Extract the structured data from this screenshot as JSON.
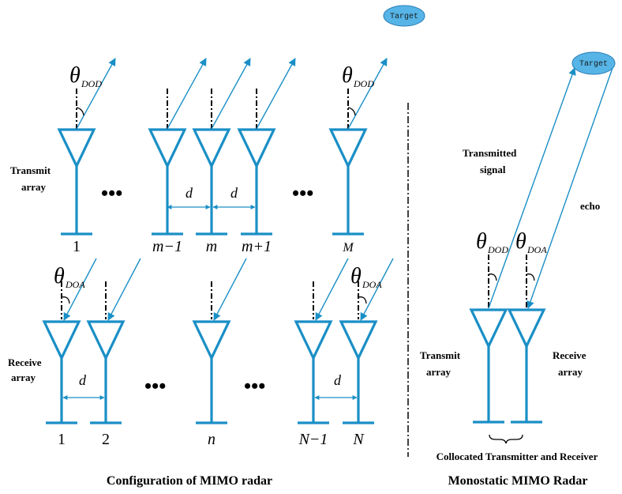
{
  "target_label": "Target",
  "theta": {
    "symbol": "θ",
    "dod": "DOD",
    "doa": "DOA"
  },
  "left": {
    "transmit_label": [
      "Transmit",
      "array"
    ],
    "receive_label": [
      "Receive",
      "array"
    ],
    "transmit_indices": [
      "1",
      "m−1",
      "m",
      "m+1",
      "M"
    ],
    "receive_indices": [
      "1",
      "2",
      "n",
      "N−1",
      "N"
    ],
    "spacing_label": "d",
    "ellipsis": "•••",
    "caption": "Configuration of MIMO radar"
  },
  "right": {
    "transmitted_signal": [
      "Transmitted",
      "signal"
    ],
    "echo": "echo",
    "transmit_label": [
      "Transmit",
      "array"
    ],
    "receive_label": [
      "Receive",
      "array"
    ],
    "collocated": "Collocated Transmitter and Receiver",
    "caption": "Monostatic MIMO Radar"
  },
  "colors": {
    "antenna": "#1a8fc6",
    "target_fill": "#56b4e6",
    "target_stroke": "#2c7fb8"
  }
}
